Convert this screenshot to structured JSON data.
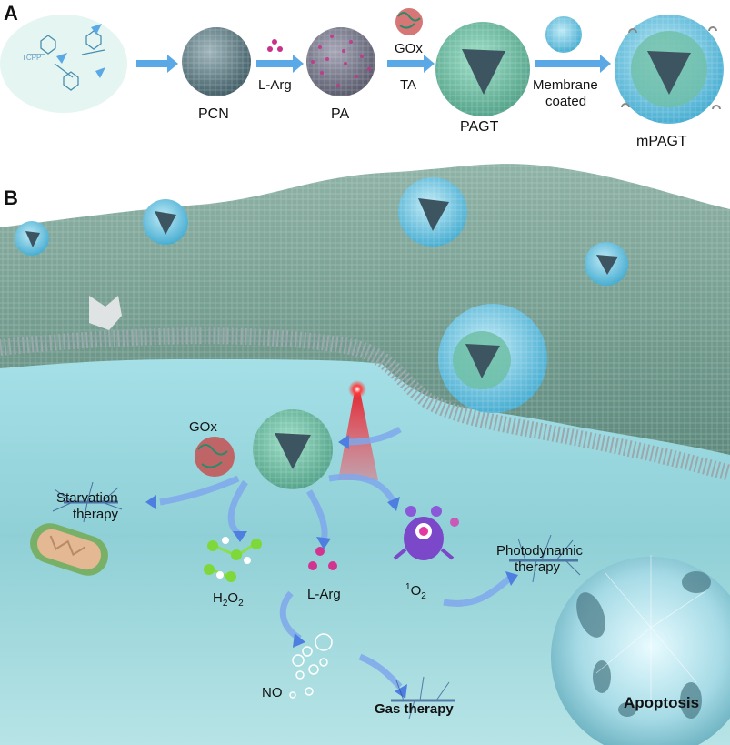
{
  "panel_a": {
    "label": "A",
    "tcpp": "TCPP",
    "pcn": "PCN",
    "larg": "L-Arg",
    "pa": "PA",
    "gox": "GOx",
    "ta": "TA",
    "pagt": "PAGT",
    "membrane_line1": "Membrane",
    "membrane_line2": "coated",
    "mpagt": "mPAGT"
  },
  "panel_b": {
    "label": "B",
    "gox": "GOx",
    "starvation_line1": "Starvation",
    "starvation_line2": "therapy",
    "h2o2_base": "H",
    "h2o2_sub1": "2",
    "h2o2_mid": "O",
    "h2o2_sub2": "2",
    "larg": "L-Arg",
    "singlet_sup": "1",
    "singlet_base": "O",
    "singlet_sub": "2",
    "photodynamic_line1": "Photodynamic",
    "photodynamic_line2": "therapy",
    "no": "NO",
    "gas": "Gas therapy",
    "apoptosis": "Apoptosis"
  },
  "colors": {
    "arrow_blue": "#5aa9e6",
    "membrane_green": "#7aa79a",
    "nanoparticle_cyan": "#5fc7e0",
    "pagt_green": "#6fbfa6",
    "core_dark": "#3d5560",
    "laser_red": "#e2202a",
    "interior_cyan": "#8fd3dc",
    "larg_magenta": "#c8308a",
    "h2o2_green": "#7ed83a"
  }
}
